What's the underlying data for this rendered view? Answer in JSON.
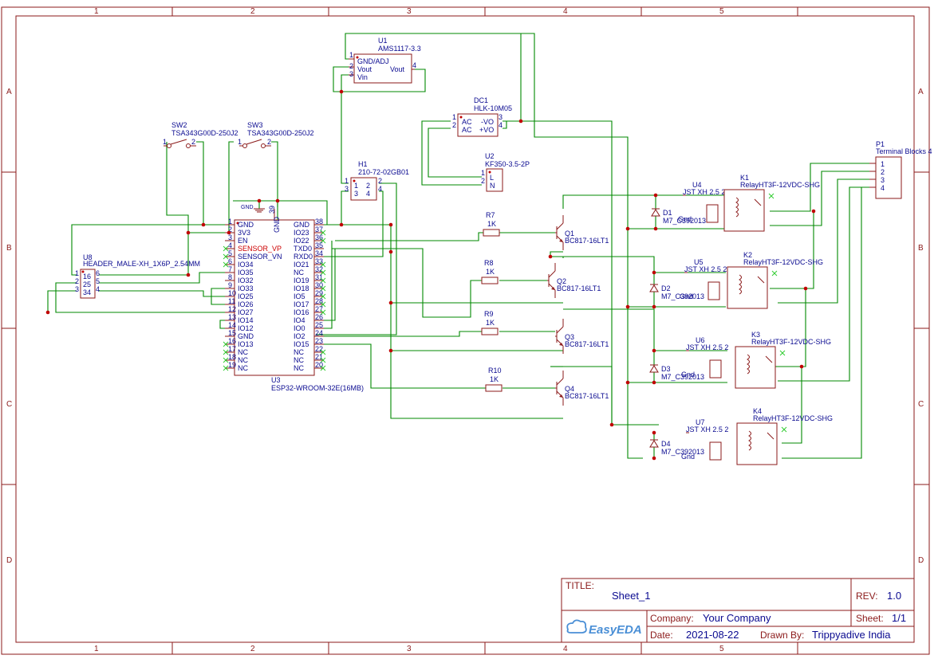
{
  "zones": {
    "cols": [
      "1",
      "2",
      "3",
      "4",
      "5"
    ],
    "rows": [
      "A",
      "B",
      "C",
      "D"
    ]
  },
  "parts": {
    "u1": {
      "ref": "U1",
      "value": "AMS1117-3.3",
      "pins": [
        "GND/ADJ",
        "Vout",
        "Vin",
        "Vout"
      ],
      "nums": [
        "1",
        "2",
        "3",
        "4"
      ]
    },
    "dc1": {
      "ref": "DC1",
      "value": "HLK-10M05",
      "pins": [
        "AC",
        "AC",
        "-VO",
        "+VO"
      ],
      "nums": [
        "1",
        "2",
        "3",
        "4"
      ]
    },
    "u2": {
      "ref": "U2",
      "value": "KF350-3.5-2P",
      "pins": [
        "L",
        "N"
      ],
      "nums": [
        "1",
        "2"
      ]
    },
    "h1": {
      "ref": "H1",
      "value": "210-72-02GB01",
      "nums": [
        "1",
        "2",
        "3",
        "4"
      ]
    },
    "sw2": {
      "ref": "SW2",
      "value": "TSA343G00D-250J2",
      "nums": [
        "1",
        "2"
      ]
    },
    "sw3": {
      "ref": "SW3",
      "value": "TSA343G00D-250J2",
      "nums": [
        "1",
        "2"
      ]
    },
    "u8": {
      "ref": "U8",
      "value": "HEADER_MALE-XH_1X6P_2.54MM",
      "left": [
        "16",
        "25",
        "34"
      ],
      "right": [
        "6",
        "5",
        "4"
      ],
      "lnums": [
        "1",
        "2",
        "3"
      ]
    },
    "u3": {
      "ref": "U3",
      "value": "ESP32-WROOM-32E(16MB)",
      "gnd": "GND",
      "left": [
        {
          "n": "1",
          "name": "GND"
        },
        {
          "n": "2",
          "name": "3V3"
        },
        {
          "n": "3",
          "name": "EN"
        },
        {
          "n": "4",
          "name": "SENSOR_VP"
        },
        {
          "n": "5",
          "name": "SENSOR_VN"
        },
        {
          "n": "6",
          "name": "IO34"
        },
        {
          "n": "7",
          "name": "IO35"
        },
        {
          "n": "8",
          "name": "IO32"
        },
        {
          "n": "9",
          "name": "IO33"
        },
        {
          "n": "10",
          "name": "IO25"
        },
        {
          "n": "11",
          "name": "IO26"
        },
        {
          "n": "12",
          "name": "IO27"
        },
        {
          "n": "13",
          "name": "IO14"
        },
        {
          "n": "14",
          "name": "IO12"
        },
        {
          "n": "15",
          "name": "GND"
        },
        {
          "n": "16",
          "name": "IO13"
        },
        {
          "n": "17",
          "name": "NC"
        },
        {
          "n": "18",
          "name": "NC"
        },
        {
          "n": "19",
          "name": "NC"
        }
      ],
      "right": [
        {
          "n": "38",
          "name": "GND"
        },
        {
          "n": "37",
          "name": "IO23"
        },
        {
          "n": "36",
          "name": "IO22"
        },
        {
          "n": "35",
          "name": "TXD0"
        },
        {
          "n": "34",
          "name": "RXD0"
        },
        {
          "n": "33",
          "name": "IO21"
        },
        {
          "n": "32",
          "name": "NC"
        },
        {
          "n": "31",
          "name": "IO19"
        },
        {
          "n": "30",
          "name": "IO18"
        },
        {
          "n": "29",
          "name": "IO5"
        },
        {
          "n": "28",
          "name": "IO17"
        },
        {
          "n": "27",
          "name": "IO16"
        },
        {
          "n": "26",
          "name": "IO4"
        },
        {
          "n": "25",
          "name": "IO0"
        },
        {
          "n": "24",
          "name": "IO2"
        },
        {
          "n": "23",
          "name": "IO15"
        },
        {
          "n": "22",
          "name": "NC"
        },
        {
          "n": "21",
          "name": "NC"
        },
        {
          "n": "20",
          "name": "NC"
        }
      ],
      "top_pin": "39"
    },
    "resistors": [
      {
        "ref": "R7",
        "value": "1K"
      },
      {
        "ref": "R8",
        "value": "1K"
      },
      {
        "ref": "R9",
        "value": "1K"
      },
      {
        "ref": "R10",
        "value": "1K"
      }
    ],
    "transistors": [
      {
        "ref": "Q1",
        "value": "BC817-16LT1"
      },
      {
        "ref": "Q2",
        "value": "BC817-16LT1"
      },
      {
        "ref": "Q3",
        "value": "BC817-16LT1"
      },
      {
        "ref": "Q4",
        "value": "BC817-16LT1"
      }
    ],
    "diodes": [
      {
        "ref": "D1",
        "value": "M7_C392013"
      },
      {
        "ref": "D2",
        "value": "M7_C392013"
      },
      {
        "ref": "D3",
        "value": "M7_C392013"
      },
      {
        "ref": "D4",
        "value": "M7_C392013"
      }
    ],
    "jst": [
      {
        "ref": "U4",
        "value": "JST XH 2.5 2"
      },
      {
        "ref": "U5",
        "value": "JST XH 2.5 2"
      },
      {
        "ref": "U6",
        "value": "JST XH 2.5 2"
      },
      {
        "ref": "U7",
        "value": "JST XH 2.5 2"
      }
    ],
    "relays": [
      {
        "ref": "K1",
        "value": "RelayHT3F-12VDC-SHG"
      },
      {
        "ref": "K2",
        "value": "RelayHT3F-12VDC-SHG"
      },
      {
        "ref": "K3",
        "value": "RelayHT3F-12VDC-SHG"
      },
      {
        "ref": "K4",
        "value": "RelayHT3F-12VDC-SHG"
      }
    ],
    "p1": {
      "ref": "P1",
      "value": "Terminal Blocks 4",
      "nums": [
        "1",
        "2",
        "3",
        "4"
      ]
    },
    "gnd_label": "GND",
    "gnd_short": "Gnd"
  },
  "title_block": {
    "title_label": "TITLE:",
    "title": "Sheet_1",
    "rev_label": "REV:",
    "rev": "1.0",
    "company_label": "Company:",
    "company": "Your Company",
    "sheet_label": "Sheet:",
    "sheet": "1/1",
    "date_label": "Date:",
    "date": "2021-08-22",
    "drawn_label": "Drawn By:",
    "drawn": "Trippyadive India",
    "logo": "EasyEDA"
  }
}
